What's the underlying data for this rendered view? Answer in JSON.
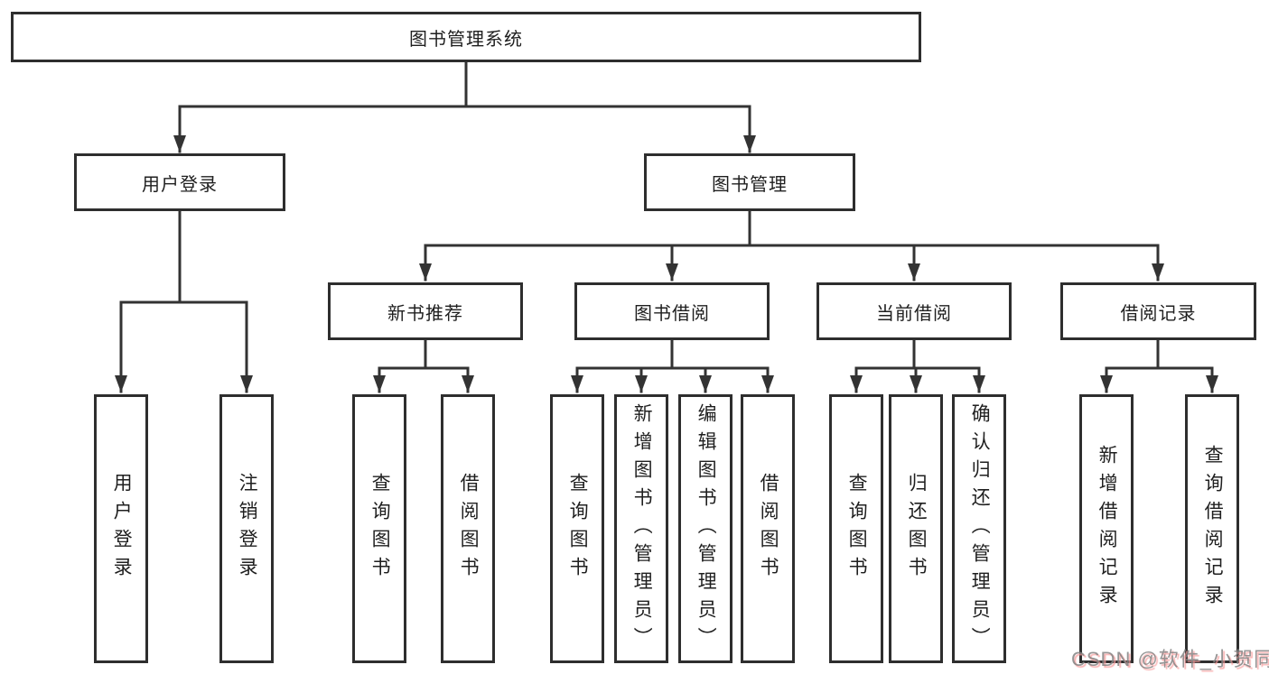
{
  "diagram": {
    "title": {
      "label": "图书管理系统"
    },
    "branches": [
      {
        "label": "用户登录",
        "children": [
          {
            "label": "用户登录"
          },
          {
            "label": "注销登录"
          }
        ]
      },
      {
        "label": "图书管理",
        "children": [
          {
            "label": "新书推荐",
            "children": [
              {
                "label": "查询图书"
              },
              {
                "label": "借阅图书"
              }
            ]
          },
          {
            "label": "图书借阅",
            "children": [
              {
                "label": "查询图书"
              },
              {
                "label": "新增图书（管理员）"
              },
              {
                "label": "编辑图书（管理员）"
              },
              {
                "label": "借阅图书"
              }
            ]
          },
          {
            "label": "当前借阅",
            "children": [
              {
                "label": "查询图书"
              },
              {
                "label": "归还图书"
              },
              {
                "label": "确认归还（管理员）"
              }
            ]
          },
          {
            "label": "借阅记录",
            "children": [
              {
                "label": "新增借阅记录"
              },
              {
                "label": "查询借阅记录"
              }
            ]
          }
        ]
      }
    ]
  },
  "watermark": {
    "text": "CSDN @软件_小贺同学"
  },
  "colors": {
    "line": "#333333",
    "box_border": "#2e2e2e",
    "text": "#1f1f1f",
    "background": "#ffffff",
    "watermark_gray": "#9e9e9e",
    "watermark_pink": "#f79e9e"
  }
}
